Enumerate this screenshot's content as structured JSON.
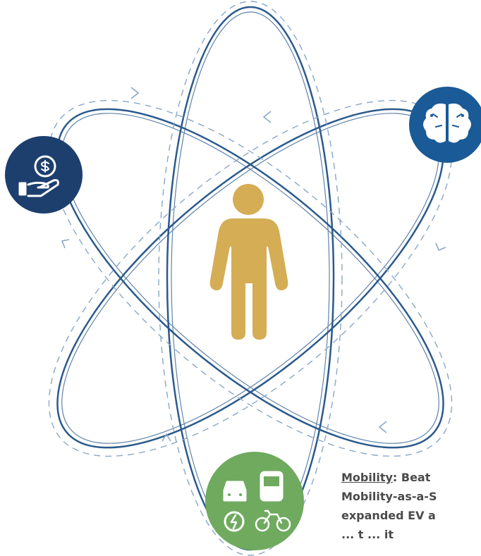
{
  "nodes": [
    {
      "id": "finance",
      "icon": "hand-coin-icon",
      "color": "#1d3f6e"
    },
    {
      "id": "intelligence",
      "icon": "brain-icon",
      "color": "#1a5a96"
    },
    {
      "id": "mobility",
      "icon": "car-bus-ev-bike-icon",
      "color": "#6faa5f"
    }
  ],
  "center": {
    "icon": "person-icon",
    "color": "#d4ad55"
  },
  "colors": {
    "orbit": "#2b5a8c",
    "dashed": "#8aa7c6"
  },
  "mobility_text": {
    "heading": "Mobility",
    "colon_lead": ":  Beat",
    "line2": "Mobility-as-a-S",
    "line3": "expanded EV a",
    "line4": "... t ... it"
  }
}
